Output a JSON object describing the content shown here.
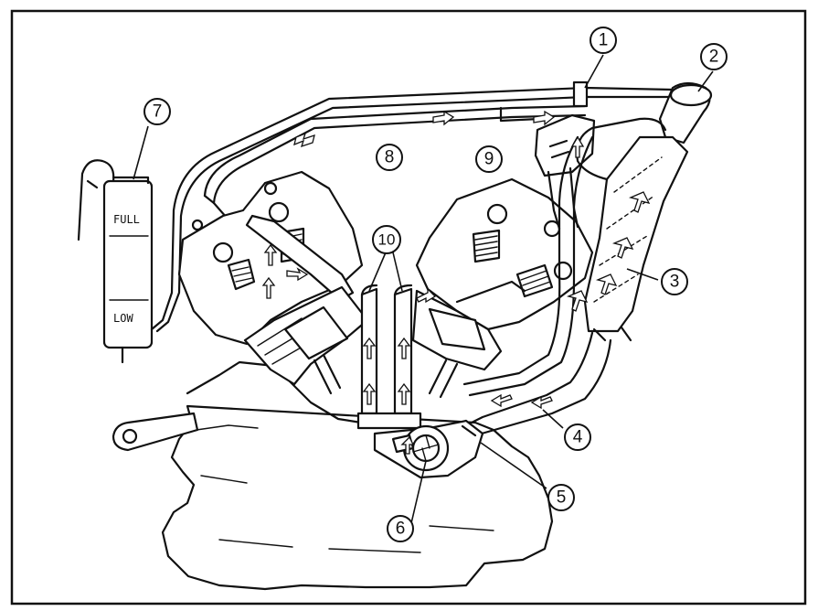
{
  "callouts": [
    {
      "id": "1",
      "label": "1"
    },
    {
      "id": "2",
      "label": "2"
    },
    {
      "id": "3",
      "label": "3"
    },
    {
      "id": "4",
      "label": "4"
    },
    {
      "id": "5",
      "label": "5"
    },
    {
      "id": "6",
      "label": "6"
    },
    {
      "id": "7",
      "label": "7"
    },
    {
      "id": "8",
      "label": "8"
    },
    {
      "id": "9",
      "label": "9"
    },
    {
      "id": "10",
      "label": "10"
    }
  ],
  "reservoir": {
    "full_mark": "FULL",
    "low_mark": "LOW"
  }
}
